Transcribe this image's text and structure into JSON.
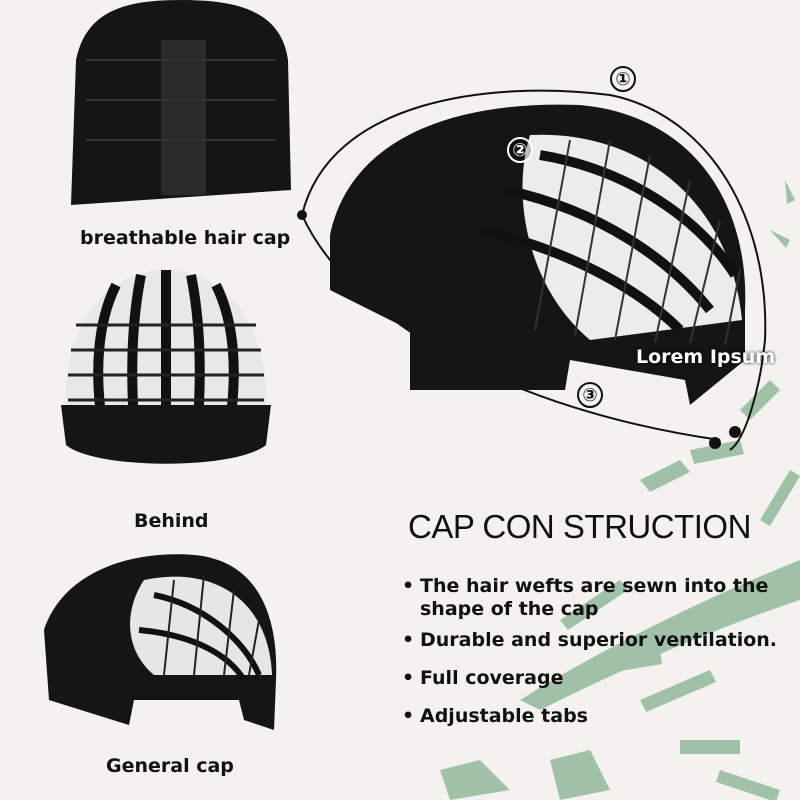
{
  "labels": {
    "breathable": "breathable hair cap",
    "behind": "Behind",
    "general": "General cap",
    "lorem": "Lorem Ipsum"
  },
  "markers": [
    "①",
    "②",
    "③"
  ],
  "heading": "CAP CON STRUCTION",
  "bullets": [
    {
      "dot": "•",
      "text": "The hair wefts are sewn into the shape of the cap"
    },
    {
      "dot": "•",
      "text": "Durable and superior ventilation."
    },
    {
      "dot": "•",
      "text": "Full coverage"
    },
    {
      "dot": "•",
      "text": "Adjustable tabs"
    }
  ],
  "colors": {
    "background": "#f3f2ee",
    "cap": "#111111",
    "leaf": "#4e8a62"
  }
}
